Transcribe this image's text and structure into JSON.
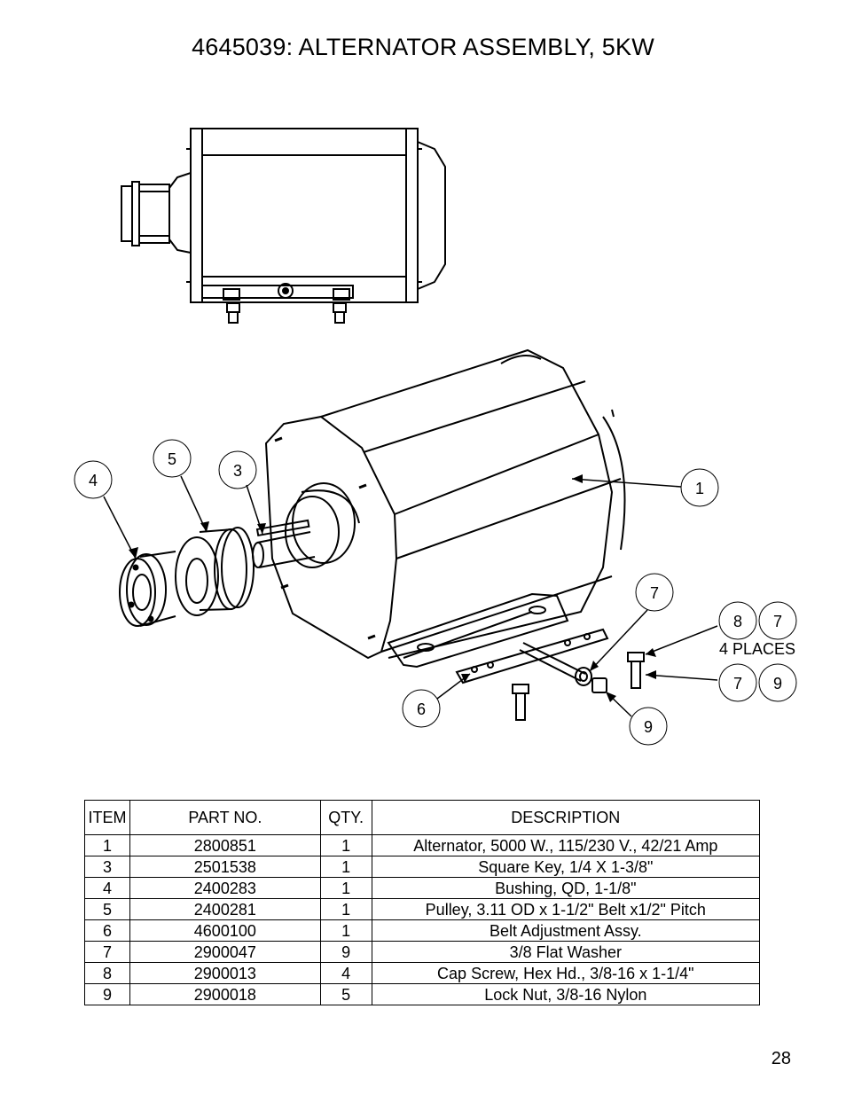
{
  "title": "4645039: ALTERNATOR ASSEMBLY, 5KW",
  "callouts": {
    "c1": "1",
    "c3": "3",
    "c4": "4",
    "c5": "5",
    "c6": "6",
    "c7a": "7",
    "c8": "8",
    "c7b": "7",
    "c7c": "7",
    "c9a": "9",
    "c9b": "9",
    "places": "4 PLACES"
  },
  "table": {
    "headers": [
      "ITEM",
      "PART NO.",
      "QTY.",
      "DESCRIPTION"
    ],
    "rows": [
      [
        "1",
        "2800851",
        "1",
        "Alternator, 5000 W., 115/230 V., 42/21 Amp"
      ],
      [
        "3",
        "2501538",
        "1",
        "Square Key, 1/4 X 1-3/8\""
      ],
      [
        "4",
        "2400283",
        "1",
        "Bushing, QD, 1-1/8\""
      ],
      [
        "5",
        "2400281",
        "1",
        "Pulley, 3.11 OD x 1-1/2\" Belt x1/2\" Pitch"
      ],
      [
        "6",
        "4600100",
        "1",
        "Belt Adjustment Assy."
      ],
      [
        "7",
        "2900047",
        "9",
        "3/8 Flat Washer"
      ],
      [
        "8",
        "2900013",
        "4",
        "Cap Screw, Hex Hd., 3/8-16 x 1-1/4\""
      ],
      [
        "9",
        "2900018",
        "5",
        "Lock Nut, 3/8-16 Nylon"
      ]
    ]
  },
  "page_number": "28"
}
